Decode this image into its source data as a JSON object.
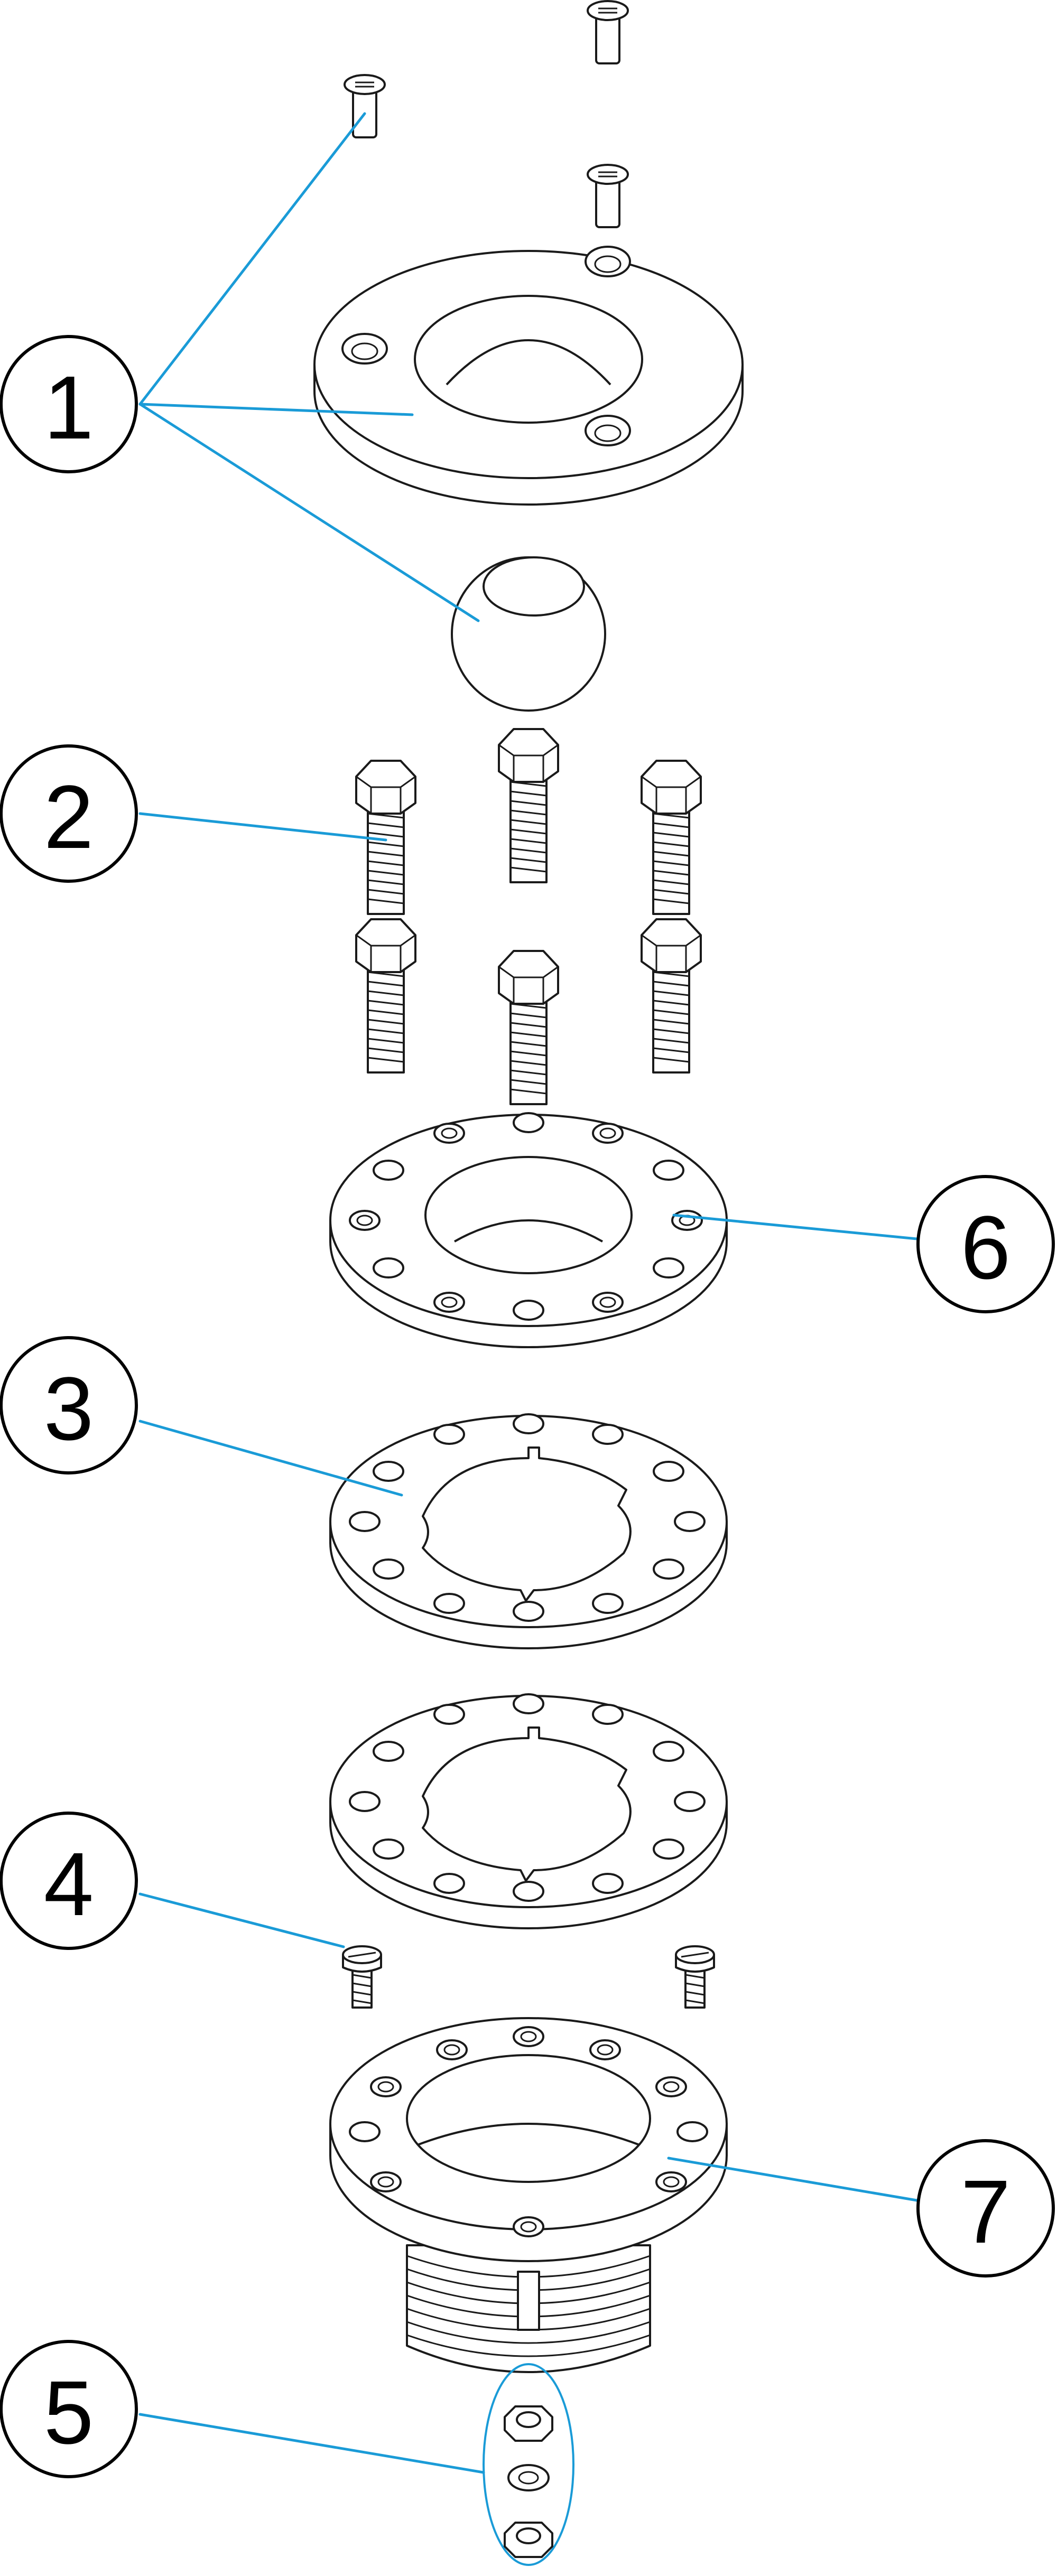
{
  "accent_color": "#1a9bd7",
  "line_color": "#1a1a1a",
  "callouts": [
    {
      "id": "1",
      "label": "1"
    },
    {
      "id": "2",
      "label": "2"
    },
    {
      "id": "3",
      "label": "3"
    },
    {
      "id": "4",
      "label": "4"
    },
    {
      "id": "5",
      "label": "5"
    },
    {
      "id": "6",
      "label": "6"
    },
    {
      "id": "7",
      "label": "7"
    }
  ]
}
